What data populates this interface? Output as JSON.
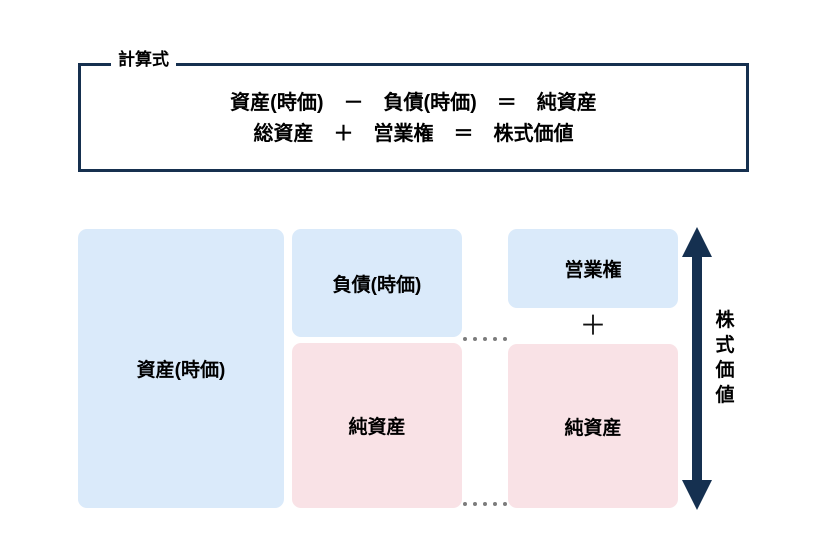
{
  "formula_box": {
    "legend": "計算式",
    "lines": [
      "資産(時価)　－　負債(時価)　＝　純資産",
      "総資産　＋　営業権　＝　株式価値"
    ]
  },
  "diagram": {
    "columns": [
      {
        "name": "assets-column",
        "boxes": [
          {
            "label": "資産(時価)",
            "color": "#daeafa",
            "tone": "blue"
          }
        ]
      },
      {
        "name": "liabilities-networth-column",
        "boxes": [
          {
            "label": "負債(時価)",
            "color": "#daeafa",
            "tone": "blue"
          },
          {
            "label": "純資産",
            "color": "#f9e2e6",
            "tone": "pink"
          }
        ]
      },
      {
        "name": "goodwill-networth-column",
        "boxes": [
          {
            "label": "営業権",
            "color": "#daeafa",
            "tone": "blue"
          },
          {
            "label": "純資産",
            "color": "#f9e2e6",
            "tone": "pink"
          }
        ],
        "operator": "＋"
      }
    ],
    "connector_dots": 5,
    "arrow": {
      "label": "株式価値",
      "label_chars": [
        "株",
        "式",
        "価",
        "値"
      ],
      "color": "#153050",
      "type": "double-headed-vertical"
    }
  },
  "colors": {
    "frame_border": "#16304f",
    "blue_fill": "#daeafa",
    "pink_fill": "#f9e2e6",
    "arrow_navy": "#153050",
    "dot_gray": "#7c7c7c",
    "background": "#ffffff"
  }
}
